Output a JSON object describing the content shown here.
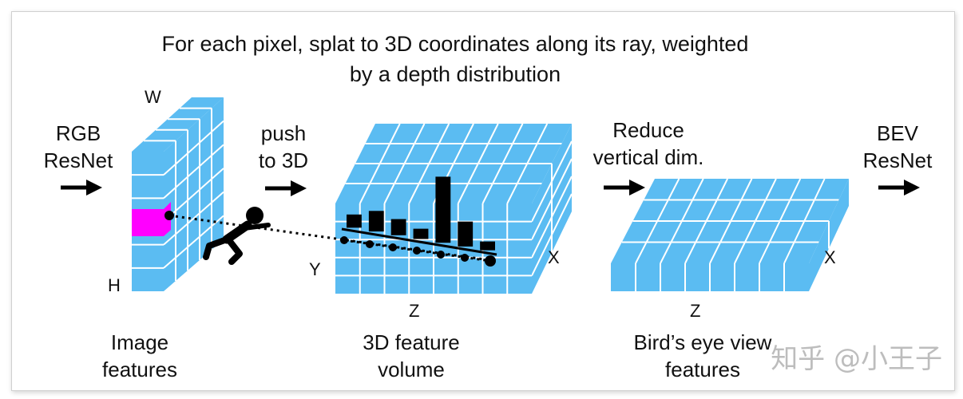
{
  "title": "For each pixel, splat to 3D coordinates along its ray, weighted by a depth distribution",
  "stages": {
    "input": {
      "line1": "RGB",
      "line2": "ResNet"
    },
    "push": {
      "line1": "push",
      "line2": "to 3D"
    },
    "reduce": {
      "line1": "Reduce",
      "line2": "vertical dim."
    },
    "output": {
      "line1": "BEV",
      "line2": "ResNet"
    }
  },
  "image_features": {
    "label_line1": "Image",
    "label_line2": "features",
    "axis_w": "W",
    "axis_h": "H",
    "highlight_color": "#ff00ff"
  },
  "feature_volume": {
    "label_line1": "3D feature",
    "label_line2": "volume",
    "axis_x": "X",
    "axis_y": "Y",
    "axis_z": "Z",
    "depth_distribution": [
      0.18,
      0.28,
      0.22,
      0.14,
      0.9,
      0.34,
      0.12
    ]
  },
  "bev_features": {
    "label_line1": "Bird’s eye view",
    "label_line2": "features",
    "axis_x": "X",
    "axis_z": "Z"
  },
  "watermark": "知乎 @小王子",
  "colors": {
    "cell": "#5bbcf2",
    "grid": "#ffffff",
    "ink": "#000000",
    "highlight": "#ff00ff"
  }
}
